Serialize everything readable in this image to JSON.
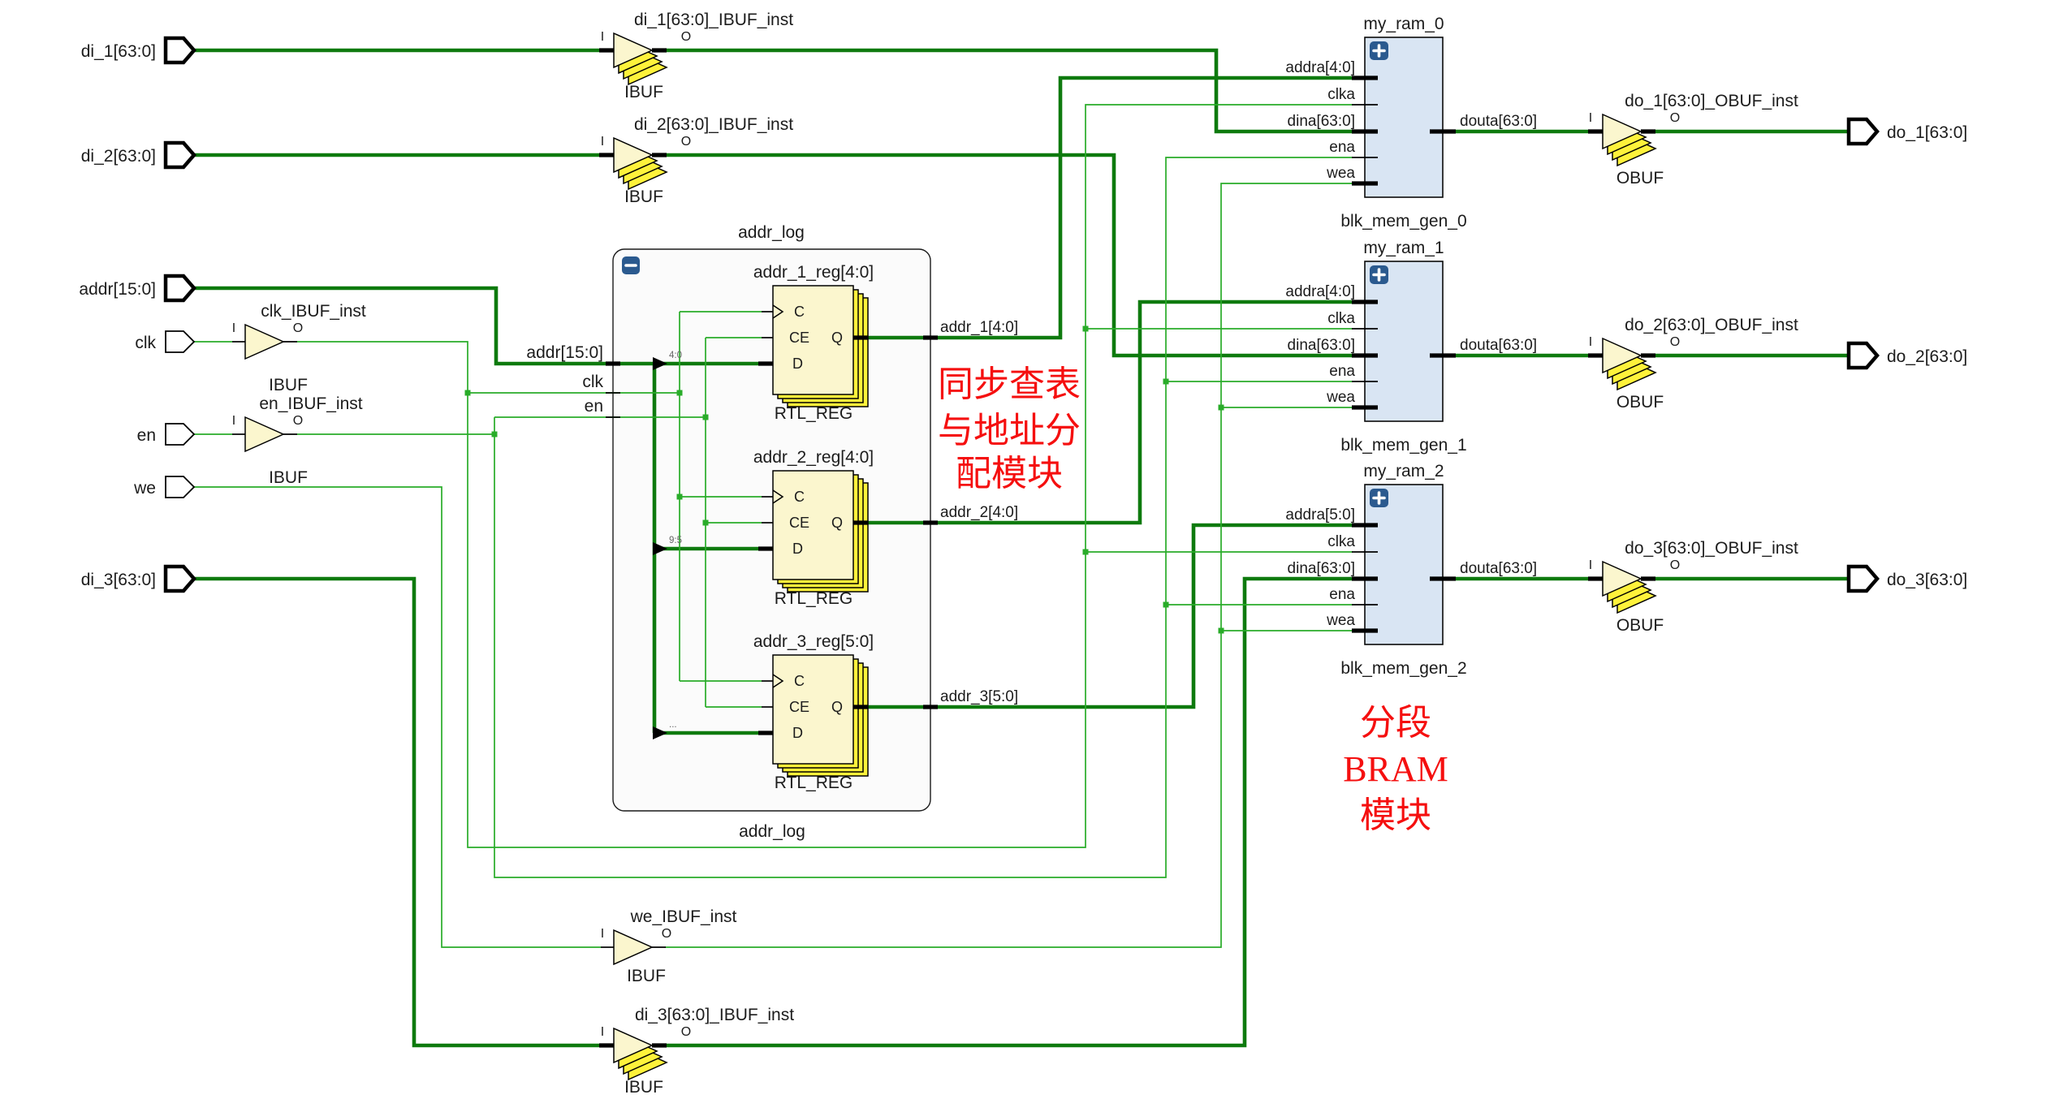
{
  "colors": {
    "bus": "#0e7a0e",
    "net": "#29ac29",
    "ink": "#1c1c1c",
    "ramFill": "#d9e5f3",
    "moduleFill": "#fbfbfb",
    "symbolFill": "#fbf6ce",
    "symbolBright": "#fff23b",
    "iconBlue": "#2b5a8f",
    "red": "#f50f0f",
    "tap": "#666666",
    "canvas": "#ffffff"
  },
  "input_ports": [
    {
      "label": "di_1[63:0]"
    },
    {
      "label": "di_2[63:0]"
    },
    {
      "label": "addr[15:0]"
    },
    {
      "label": "clk"
    },
    {
      "label": "en"
    },
    {
      "label": "we"
    },
    {
      "label": "di_3[63:0]"
    }
  ],
  "output_ports": [
    {
      "label": "do_1[63:0]"
    },
    {
      "label": "do_2[63:0]"
    },
    {
      "label": "do_3[63:0]"
    }
  ],
  "ibufs": [
    {
      "title": "di_1[63:0]_IBUF_inst",
      "type": "IBUF",
      "in": "I",
      "out": "O"
    },
    {
      "title": "di_2[63:0]_IBUF_inst",
      "type": "IBUF",
      "in": "I",
      "out": "O"
    },
    {
      "title": "clk_IBUF_inst",
      "type": "IBUF",
      "in": "I",
      "out": "O"
    },
    {
      "title": "en_IBUF_inst",
      "type": "IBUF",
      "in": "I",
      "out": "O"
    },
    {
      "title": "we_IBUF_inst",
      "type": "IBUF",
      "in": "I",
      "out": "O"
    },
    {
      "title": "di_3[63:0]_IBUF_inst",
      "type": "IBUF",
      "in": "I",
      "out": "O"
    }
  ],
  "obufs": [
    {
      "title": "do_1[63:0]_OBUF_inst",
      "type": "OBUF",
      "in": "I",
      "out": "O"
    },
    {
      "title": "do_2[63:0]_OBUF_inst",
      "type": "OBUF",
      "in": "I",
      "out": "O"
    },
    {
      "title": "do_3[63:0]_OBUF_inst",
      "type": "OBUF",
      "in": "I",
      "out": "O"
    }
  ],
  "rams": [
    {
      "title": "my_ram_0",
      "subtitle": "blk_mem_gen_0",
      "expand_icon": "+",
      "pins": [
        "addra[4:0]",
        "clka",
        "dina[63:0]",
        "ena",
        "wea"
      ],
      "out_pin": "douta[63:0]"
    },
    {
      "title": "my_ram_1",
      "subtitle": "blk_mem_gen_1",
      "expand_icon": "+",
      "pins": [
        "addra[4:0]",
        "clka",
        "dina[63:0]",
        "ena",
        "wea"
      ],
      "out_pin": "douta[63:0]"
    },
    {
      "title": "my_ram_2",
      "subtitle": "blk_mem_gen_2",
      "expand_icon": "+",
      "pins": [
        "addra[5:0]",
        "clka",
        "dina[63:0]",
        "ena",
        "wea"
      ],
      "out_pin": "douta[63:0]"
    }
  ],
  "module": {
    "title": "addr_log",
    "footer": "addr_log",
    "collapse_icon": "−",
    "port_labels": {
      "addr": "addr[15:0]",
      "clk": "clk",
      "en": "en"
    },
    "regs": [
      {
        "title": "addr_1_reg[4:0]",
        "type": "RTL_REG",
        "pin_c": "C",
        "pin_ce": "CE",
        "pin_d": "D",
        "pin_q": "Q",
        "tap": "4:0"
      },
      {
        "title": "addr_2_reg[4:0]",
        "type": "RTL_REG",
        "pin_c": "C",
        "pin_ce": "CE",
        "pin_d": "D",
        "pin_q": "Q",
        "tap": "9:5"
      },
      {
        "title": "addr_3_reg[5:0]",
        "type": "RTL_REG",
        "pin_c": "C",
        "pin_ce": "CE",
        "pin_d": "D",
        "pin_q": "Q",
        "tap": "..."
      }
    ]
  },
  "net_labels": [
    {
      "label": "addr_1[4:0]"
    },
    {
      "label": "addr_2[4:0]"
    },
    {
      "label": "addr_3[5:0]"
    }
  ],
  "annotations": [
    {
      "lines": [
        "同步查表",
        "与地址分",
        "配模块"
      ]
    },
    {
      "lines": [
        "分段",
        "BRAM",
        "模块"
      ]
    }
  ]
}
